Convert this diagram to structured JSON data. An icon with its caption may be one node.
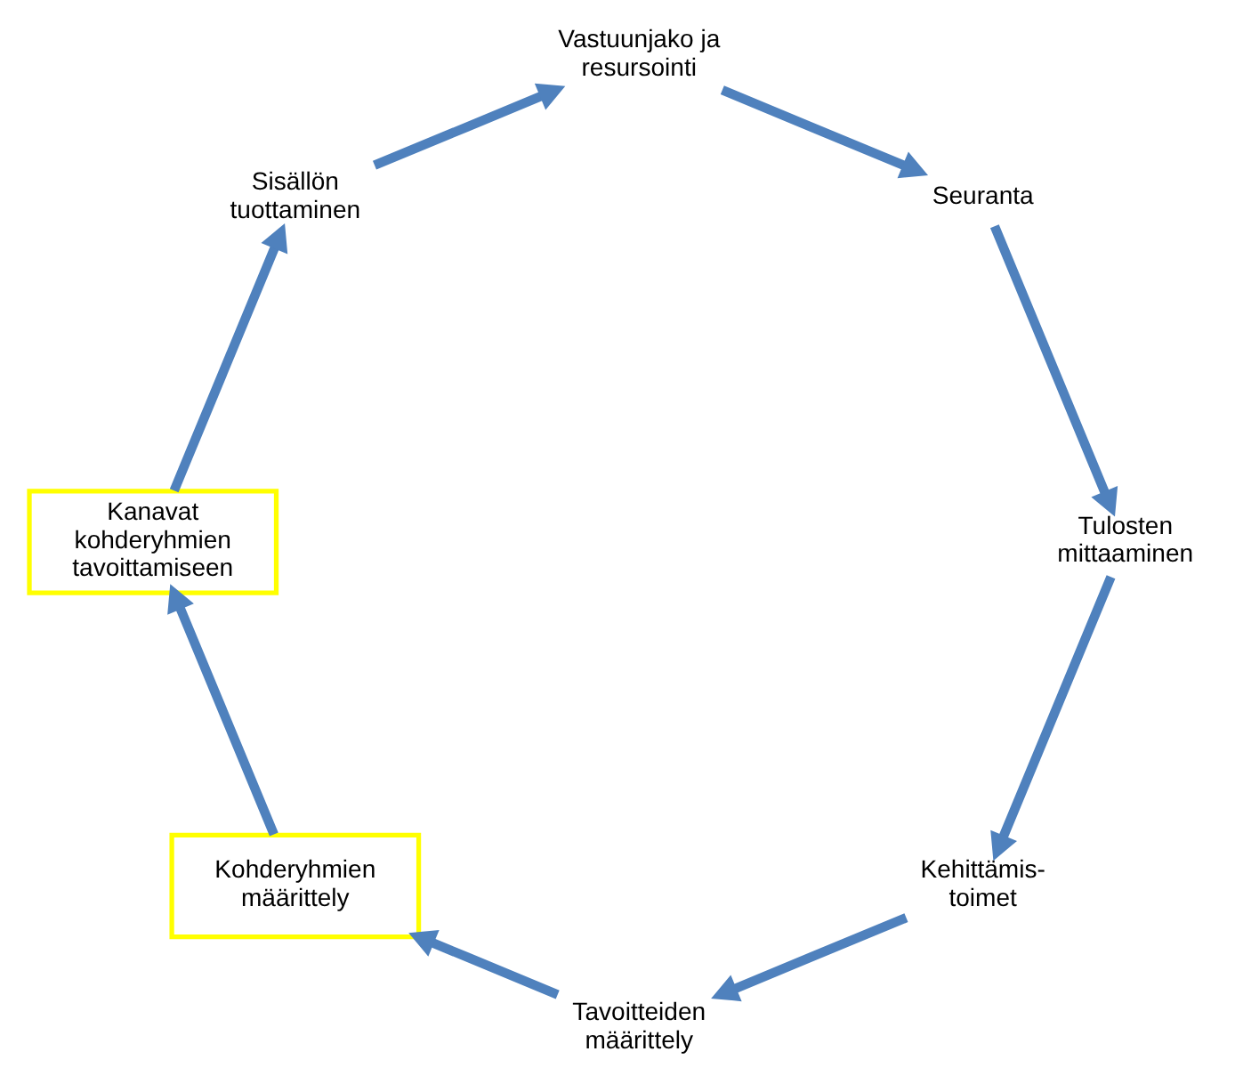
{
  "diagram": {
    "nodes": [
      {
        "text": [
          "Kehittämis- toimet"
        ]
      },
      {
        "text": [
          "Tavoitteiden määrittely"
        ]
      },
      {
        "text": [
          "Kohderyhmien määrittely"
        ]
      },
      {
        "text": [
          "Kanavat kohderyhmien tavoittamiseen"
        ]
      },
      {
        "text": [
          "Sisällön tuottaminen"
        ]
      },
      {
        "text": [
          "Vastuunjako ja resursointi"
        ]
      },
      {
        "text": [
          "Seuranta"
        ]
      },
      {
        "text": [
          "Tulosten mittaaminen"
        ]
      }
    ],
    "edges": [
      {
        "from": 0,
        "to": 1,
        "arrow": "to"
      },
      {
        "from": 1,
        "to": 2,
        "arrow": "to"
      },
      {
        "from": 2,
        "to": 3,
        "arrow": "to"
      },
      {
        "from": 3,
        "to": 4,
        "arrow": "to"
      },
      {
        "from": 4,
        "to": 5,
        "arrow": "to"
      },
      {
        "from": 5,
        "to": 6,
        "arrow": "to"
      },
      {
        "from": 6,
        "to": 7,
        "arrow": "to"
      },
      {
        "from": 7,
        "to": 0,
        "arrow": "to"
      }
    ]
  }
}
